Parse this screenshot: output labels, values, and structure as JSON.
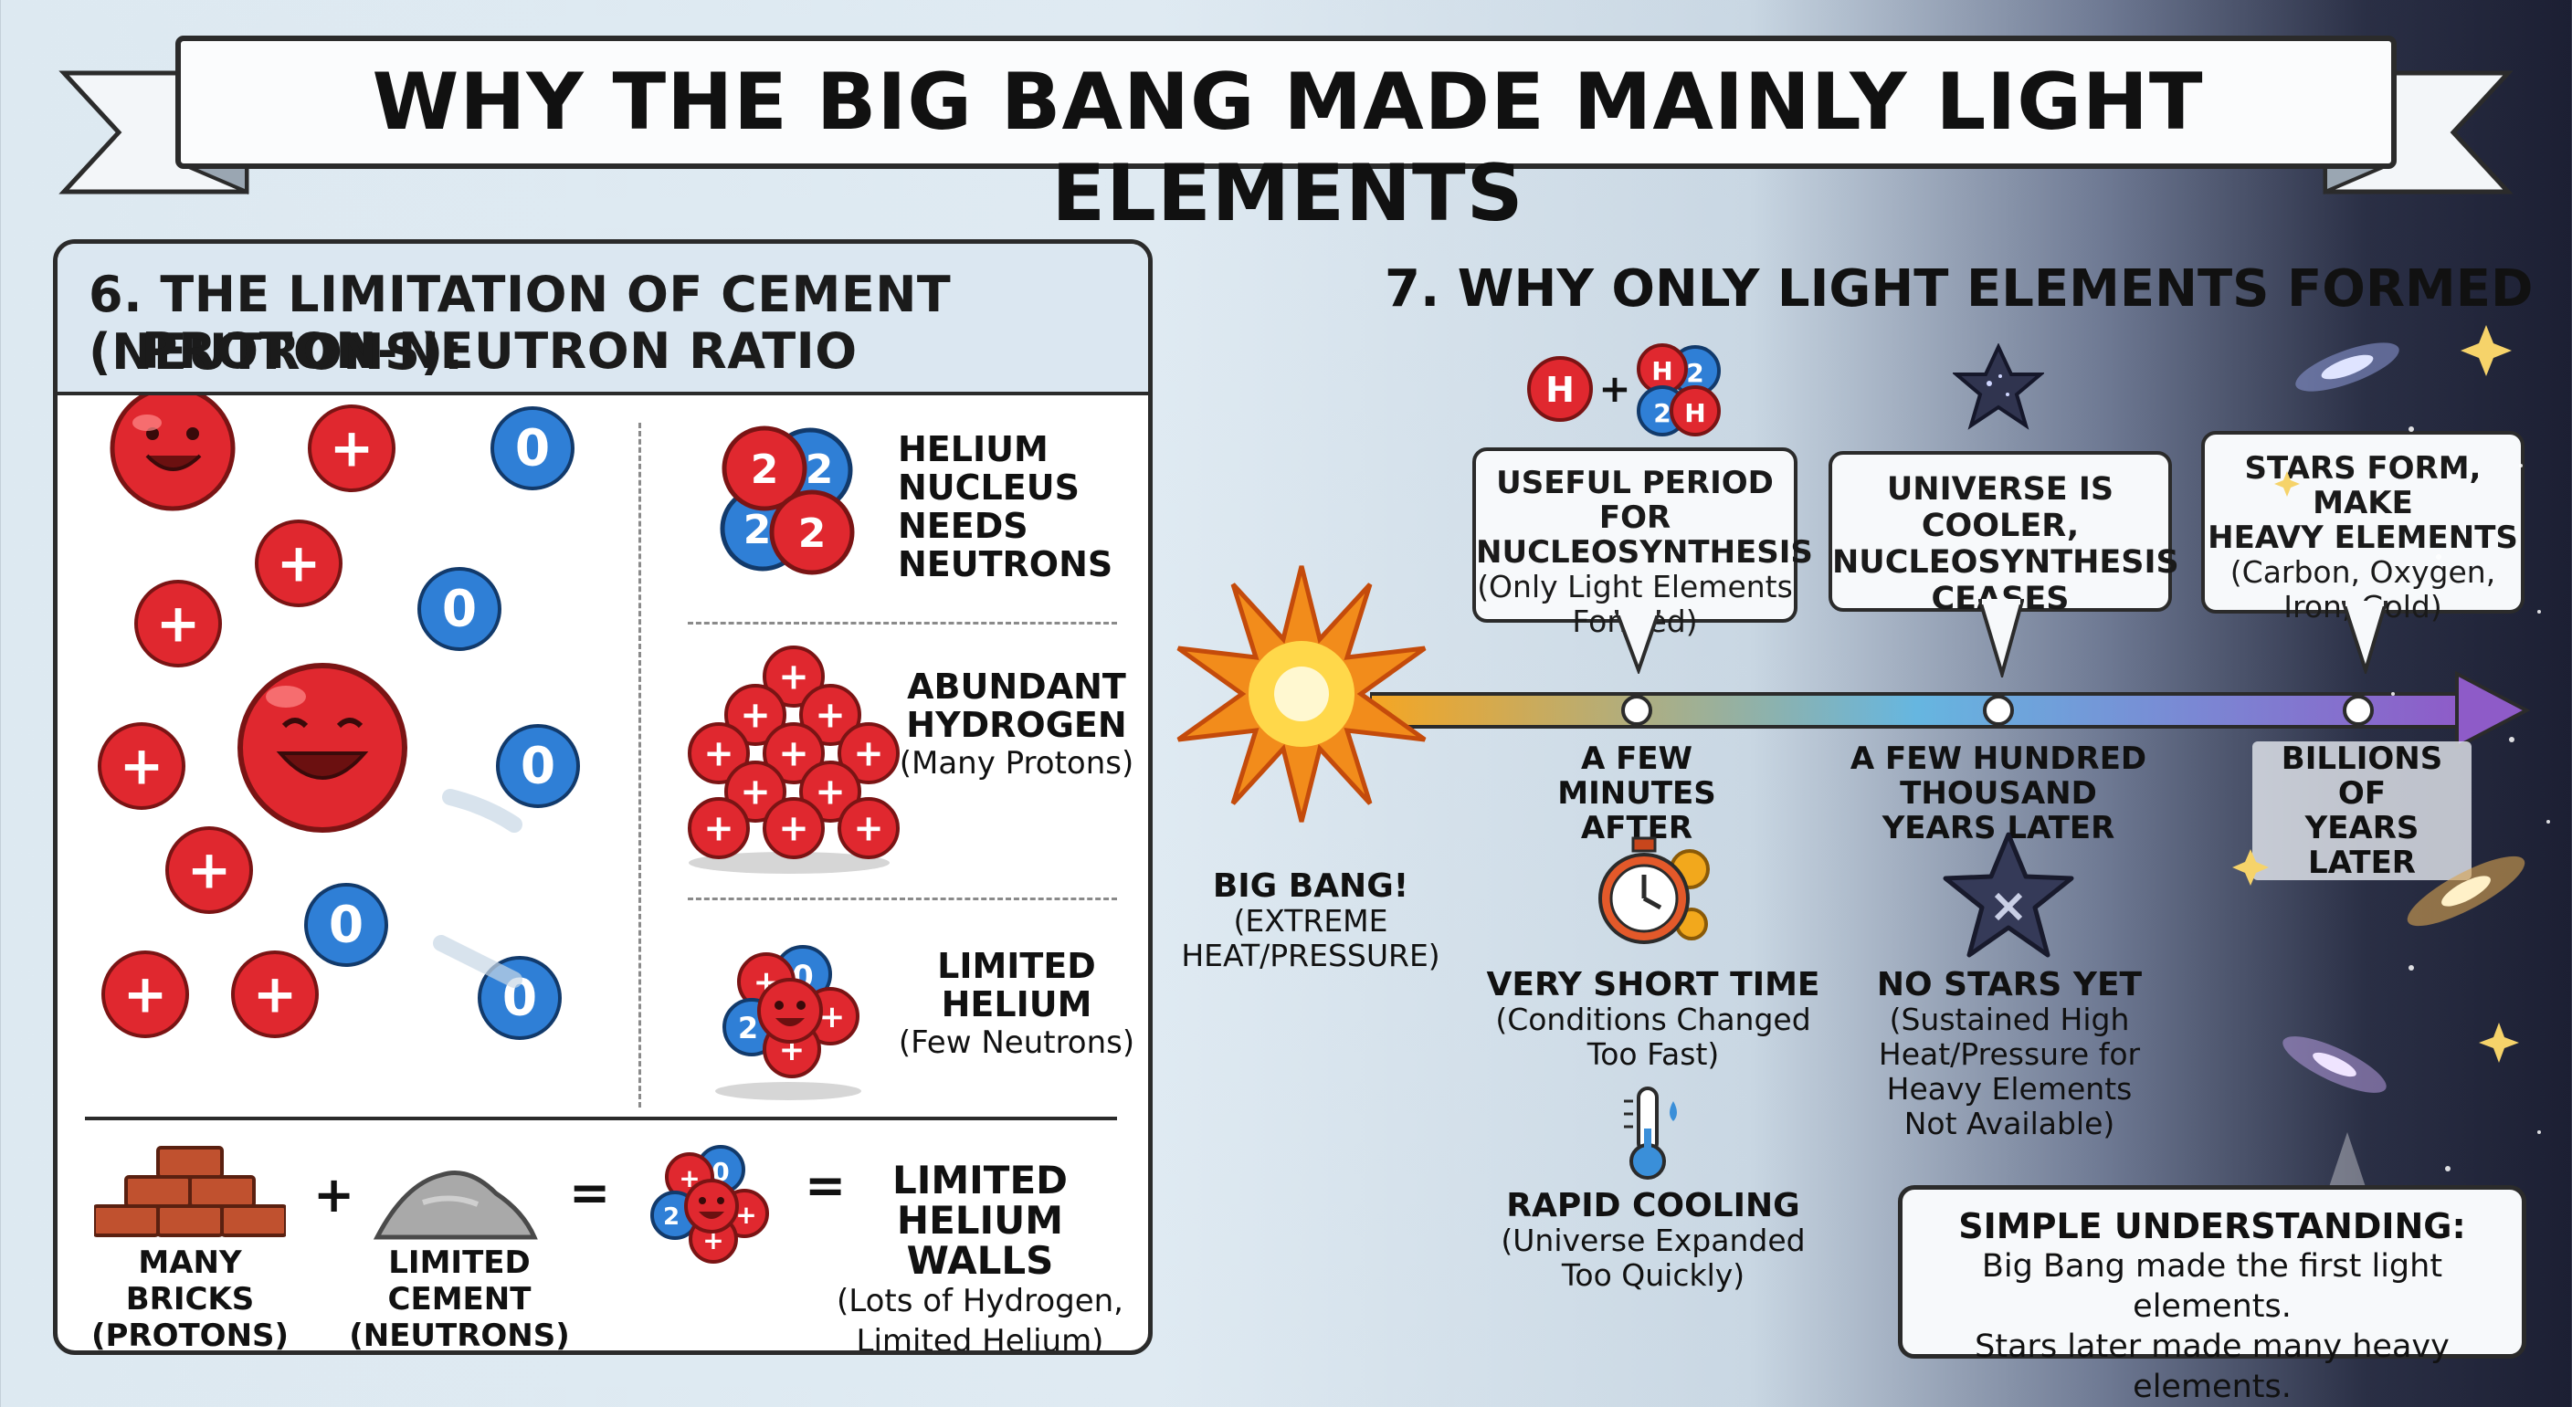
{
  "title": "WHY THE BIG BANG MADE MAINLY LIGHT ELEMENTS",
  "section6": {
    "heading_line1": "6. THE LIMITATION OF CEMENT (NEUTRONS):",
    "heading_line2": "PROTON-NEUTRON RATIO",
    "proton_symbol": "+",
    "neutron_symbol": "0",
    "helium_nucleus": {
      "digit": "2",
      "label": [
        "HELIUM",
        "NUCLEUS",
        "NEEDS",
        "NEUTRONS"
      ]
    },
    "hydrogen": {
      "title": [
        "ABUNDANT",
        "HYDROGEN"
      ],
      "subtitle": "(Many Protons)"
    },
    "limited_helium": {
      "title": [
        "LIMITED",
        "HELIUM"
      ],
      "subtitle": "(Few Neutrons)"
    },
    "equation": {
      "plus": "+",
      "equals": "=",
      "bricks": [
        "MANY BRICKS",
        "(PROTONS)"
      ],
      "cement": [
        "LIMITED CEMENT",
        "(NEUTRONS)"
      ],
      "result_title": [
        "LIMITED",
        "HELIUM WALLS"
      ],
      "result_sub": [
        "(Lots of Hydrogen,",
        "Limited Helium)"
      ]
    }
  },
  "section7": {
    "heading": "7. WHY ONLY LIGHT ELEMENTS FORMED",
    "reaction": {
      "h": "H",
      "plus": "+",
      "he_digit": "2",
      "he_h": "H"
    },
    "big_bang": [
      "BIG BANG!",
      "(EXTREME",
      "HEAT/PRESSURE)"
    ],
    "callouts": [
      {
        "title": [
          "USEFUL PERIOD FOR",
          "NUCLEOSYNTHESIS"
        ],
        "sub": [
          "(Only Light Elements",
          "Formed)"
        ]
      },
      {
        "title": [
          "UNIVERSE IS COOLER,",
          "NUCLEOSYNTHESIS",
          "CEASES"
        ],
        "sub": []
      },
      {
        "title": [
          "STARS FORM, MAKE",
          "HEAVY ELEMENTS"
        ],
        "sub": [
          "(Carbon, Oxygen,",
          "Iron, Gold)"
        ]
      }
    ],
    "time_labels": [
      [
        "A FEW MINUTES",
        "AFTER"
      ],
      [
        "A FEW HUNDRED THOUSAND",
        "YEARS LATER"
      ],
      [
        "BILLIONS OF",
        "YEARS LATER"
      ]
    ],
    "reasons": [
      {
        "title": "VERY SHORT TIME",
        "sub": [
          "(Conditions Changed",
          "Too Fast)"
        ]
      },
      {
        "title": "RAPID COOLING",
        "sub": [
          "(Universe Expanded",
          "Too Quickly)"
        ]
      },
      {
        "title": "NO STARS YET",
        "sub": [
          "(Sustained High",
          "Heat/Pressure for",
          "Heavy Elements",
          "Not Available)"
        ]
      }
    ],
    "simple": {
      "title": "SIMPLE UNDERSTANDING:",
      "line1": "Big Bang made the first light elements.",
      "line2": "Stars later made many heavy elements."
    }
  },
  "colors": {
    "proton": "#e0282f",
    "neutron": "#2f7fd6",
    "panel_head": "#dbe7f1",
    "timeline_start": "#f5a623",
    "timeline_end": "#8e5bc8",
    "brick": "#c0512f",
    "cement": "#a9a9a9"
  },
  "icons": [
    "explosion-icon",
    "stopwatch-icon",
    "thermometer-icon",
    "dark-star-icon",
    "no-star-icon",
    "galaxy-icon",
    "sparkle-icon",
    "brick-pile-icon",
    "cement-pile-icon"
  ]
}
